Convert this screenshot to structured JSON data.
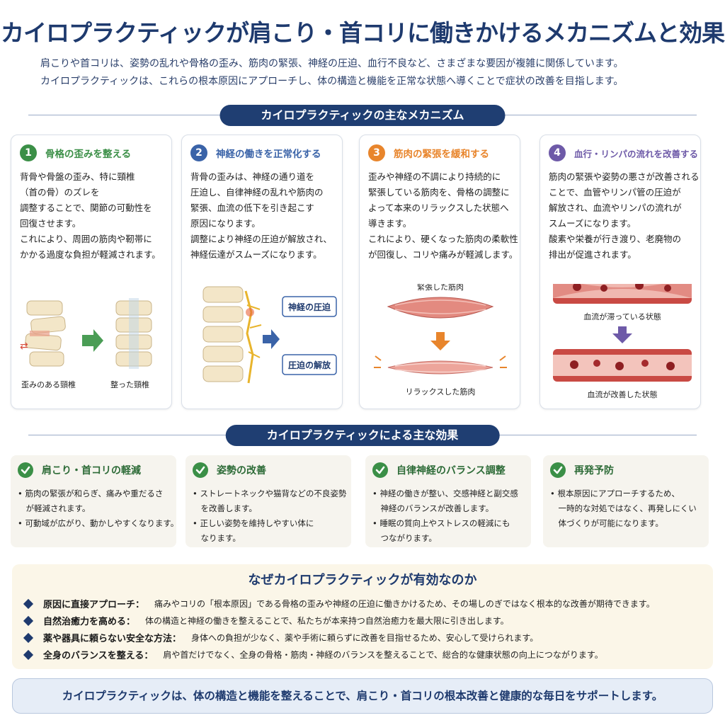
{
  "title": "カイロプラクティックが肩こり・首コリに働きかけるメカニズムと効果",
  "intro": [
    "肩こりや首コリは、姿勢の乱れや骨格の歪み、筋肉の緊張、神経の圧迫、血行不良など、さまざまな要因が複雑に関係しています。",
    "カイロプラクティックは、これらの根本原因にアプローチし、体の構造と機能を正常な状態へ導くことで症状の改善を目指します。"
  ],
  "mechanism_heading": "カイロプラクティックの主なメカニズム",
  "mechanisms": [
    {
      "num": "1",
      "title": "骨格の歪みを整える",
      "color": "#3b8f47",
      "lines": [
        "背骨や骨盤の歪み、特に頸椎",
        "（首の骨）のズレを",
        "調整することで、関節の可動性を",
        "回復させます。",
        "これにより、周囲の筋肉や靭帯に",
        "かかる過度な負担が軽減されます。"
      ],
      "label_a": "歪みのある頸椎",
      "label_b": "整った頸椎"
    },
    {
      "num": "2",
      "title": "神経の働きを正常化する",
      "color": "#3a63a8",
      "lines": [
        "背骨の歪みは、神経の通り道を",
        "圧迫し、自律神経の乱れや筋肉の",
        "緊張、血流の低下を引き起こす",
        "原因になります。",
        "調整により神経の圧迫が解放され、",
        "神経伝達がスムーズになります。"
      ],
      "label_a": "神経の圧迫",
      "label_b": "圧迫の解放"
    },
    {
      "num": "3",
      "title": "筋肉の緊張を緩和する",
      "color": "#e8852c",
      "lines": [
        "歪みや神経の不調により持続的に",
        "緊張している筋肉を、骨格の調整に",
        "よって本来のリラックスした状態へ",
        "導きます。",
        "これにより、硬くなった筋肉の柔軟性",
        "が回復し、コリや痛みが軽減します。"
      ],
      "label_a": "緊張した筋肉",
      "label_b": "リラックスした筋肉"
    },
    {
      "num": "4",
      "title": "血行・リンパの流れを改善する",
      "color": "#6e5aa8",
      "lines": [
        "筋肉の緊張や姿勢の悪さが改善される",
        "ことで、血管やリンパ管の圧迫が",
        "解放され、血流やリンパの流れが",
        "スムーズになります。",
        "酸素や栄養が行き渡り、老廃物の",
        "排出が促進されます。"
      ],
      "label_a": "血流が滞っている状態",
      "label_b": "血流が改善した状態"
    }
  ],
  "effects_heading": "カイロプラクティックによる主な効果",
  "effects": [
    {
      "title": "肩こり・首コリの軽減",
      "lines": [
        "• 筋肉の緊張が和らぎ、痛みや重だるさ",
        "　が軽減されます。",
        "• 可動域が広がり、動かしやすくなります。"
      ]
    },
    {
      "title": "姿勢の改善",
      "lines": [
        "• ストレートネックや猫背などの不良姿勢",
        "　を改善します。",
        "• 正しい姿勢を維持しやすい体に",
        "　なります。"
      ]
    },
    {
      "title": "自律神経のバランス調整",
      "lines": [
        "• 神経の働きが整い、交感神経と副交感",
        "　神経のバランスが改善します。",
        "• 睡眠の質向上やストレスの軽減にも",
        "　つながります。"
      ]
    },
    {
      "title": "再発予防",
      "lines": [
        "• 根本原因にアプローチするため、",
        "　一時的な対処ではなく、再発しにくい",
        "　体づくりが可能になります。"
      ]
    }
  ],
  "why": {
    "title": "なぜカイロプラクティックが有効なのか",
    "items": [
      {
        "label": "原因に直接アプローチ：",
        "text": "痛みやコリの「根本原因」である骨格の歪みや神経の圧迫に働きかけるため、その場しのぎではなく根本的な改善が期待できます。"
      },
      {
        "label": "自然治癒力を高める：",
        "text": "体の構造と神経の働きを整えることで、私たちが本来持つ自然治癒力を最大限に引き出します。"
      },
      {
        "label": "薬や器具に頼らない安全な方法：",
        "text": "身体への負担が少なく、薬や手術に頼らずに改善を目指せるため、安心して受けられます。"
      },
      {
        "label": "全身のバランスを整える：",
        "text": "肩や首だけでなく、全身の骨格・筋肉・神経のバランスを整えることで、総合的な健康状態の向上につながります。"
      }
    ]
  },
  "footer": "カイロプラクティックは、体の構造と機能を整えることで、肩こり・首コリの根本改善と健康的な毎日をサポートします。",
  "colors": {
    "navy": "#1f3e72",
    "green": "#3b8f47",
    "blue": "#3a63a8",
    "orange": "#e8852c",
    "purple": "#6e5aa8"
  }
}
